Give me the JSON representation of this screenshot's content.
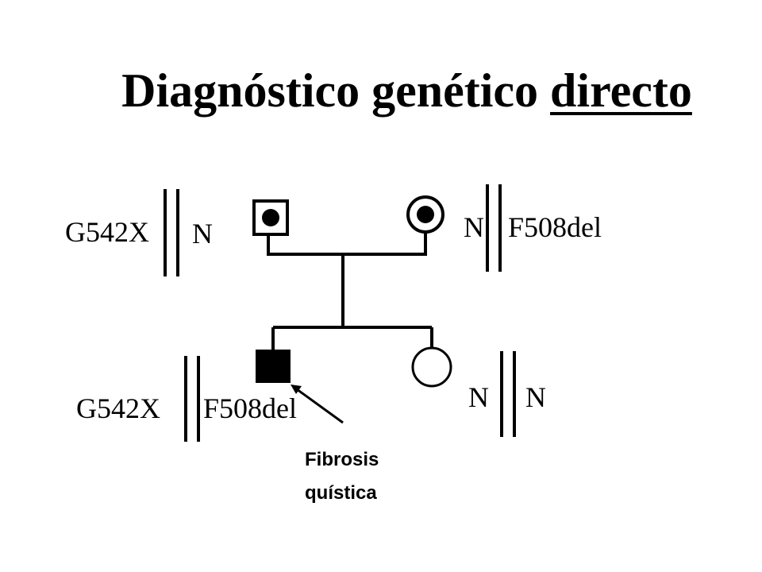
{
  "title": {
    "prefix": "Diagnóstico genético ",
    "underlined": "directo"
  },
  "pedigree": {
    "father": {
      "symbol": "square-carrier-icon",
      "allele_left": "G542X",
      "allele_right": "N"
    },
    "mother": {
      "symbol": "circle-carrier-icon",
      "allele_left": "N",
      "allele_right": "F508del"
    },
    "son": {
      "symbol": "square-affected-icon",
      "allele_left": "G542X",
      "allele_right": "F508del"
    },
    "daughter": {
      "symbol": "circle-unaffected-icon",
      "allele_left": "N",
      "allele_right": "N"
    },
    "annotation": {
      "line1": "Fibrosis",
      "line2": "quística"
    }
  }
}
